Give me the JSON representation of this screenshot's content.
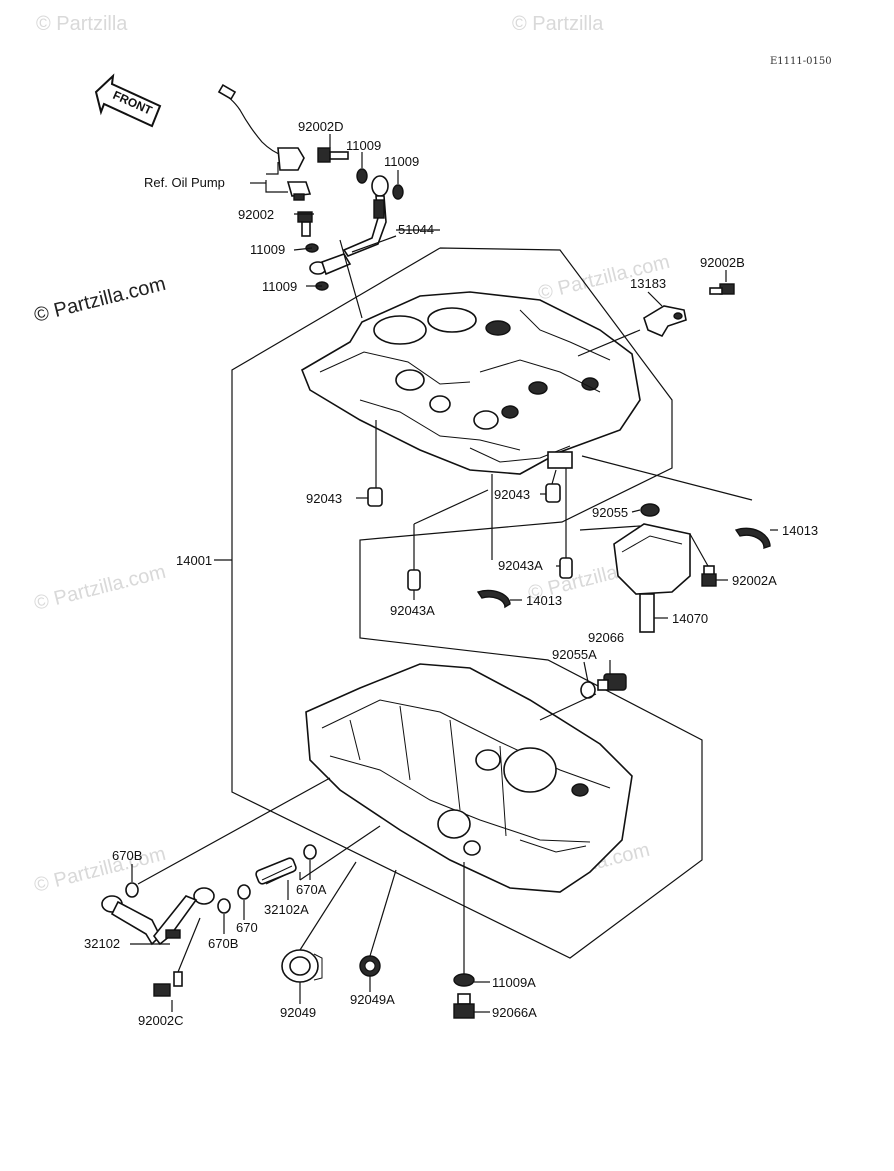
{
  "diagram": {
    "figure_code": "E1111-0150",
    "front_label": "FRONT",
    "ref_note": "Ref. Oil Pump",
    "watermark_text": "© Partzilla.com",
    "watermark_short": "© Partzilla",
    "parts": {
      "p92002D": "92002D",
      "p11009_a": "11009",
      "p11009_b": "11009",
      "p92002": "92002",
      "p51044": "51044",
      "p11009_c": "11009",
      "p11009_d": "11009",
      "p92002B": "92002B",
      "p13183": "13183",
      "p92043_a": "92043",
      "p92043_b": "92043",
      "p14013_a": "14013",
      "p92055": "92055",
      "p14001": "14001",
      "p92043A_a": "92043A",
      "p92043A_b": "92043A",
      "p14013_b": "14013",
      "p92002A": "92002A",
      "p14070": "14070",
      "p92066": "92066",
      "p92055A": "92055A",
      "p670B_a": "670B",
      "p670A": "670A",
      "p32102A": "32102A",
      "p32102": "32102",
      "p670": "670",
      "p670B_b": "670B",
      "p92002C": "92002C",
      "p92049": "92049",
      "p92049A": "92049A",
      "p11009A": "11009A",
      "p92066A": "92066A"
    }
  }
}
